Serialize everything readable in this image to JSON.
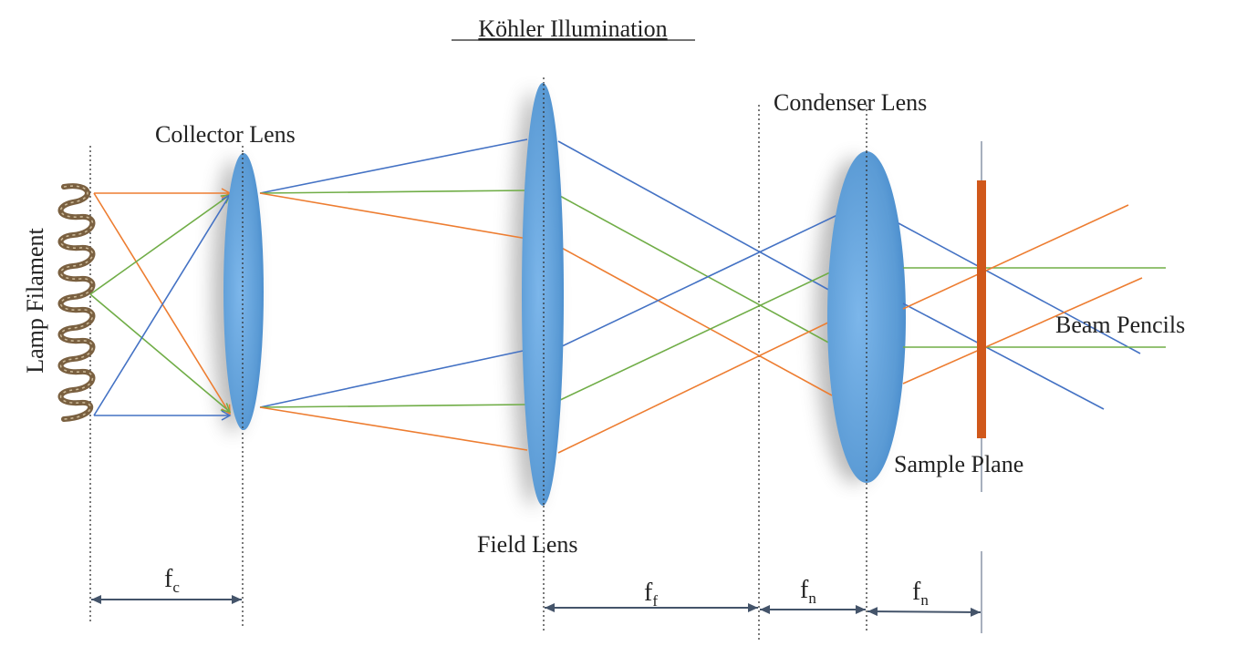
{
  "title": "Köhler Illumination",
  "labels": {
    "lamp_filament": "Lamp Filament",
    "collector_lens": "Collector Lens",
    "field_lens": "Field Lens",
    "condenser_lens": "Condenser Lens",
    "sample_plane": "Sample Plane",
    "beam_pencils": "Beam Pencils"
  },
  "dimensions": [
    {
      "main": "f",
      "sub": "c"
    },
    {
      "main": "f",
      "sub": "f"
    },
    {
      "main": "f",
      "sub": "n"
    },
    {
      "main": "f",
      "sub": "n"
    }
  ],
  "colors": {
    "blue_ray": "#4472c4",
    "green_ray": "#70ad47",
    "orange_ray": "#ed7d31",
    "lens": "#5b9bd5",
    "sample": "#d0581b",
    "dimension": "#44546a",
    "filament": "#7a6040"
  }
}
